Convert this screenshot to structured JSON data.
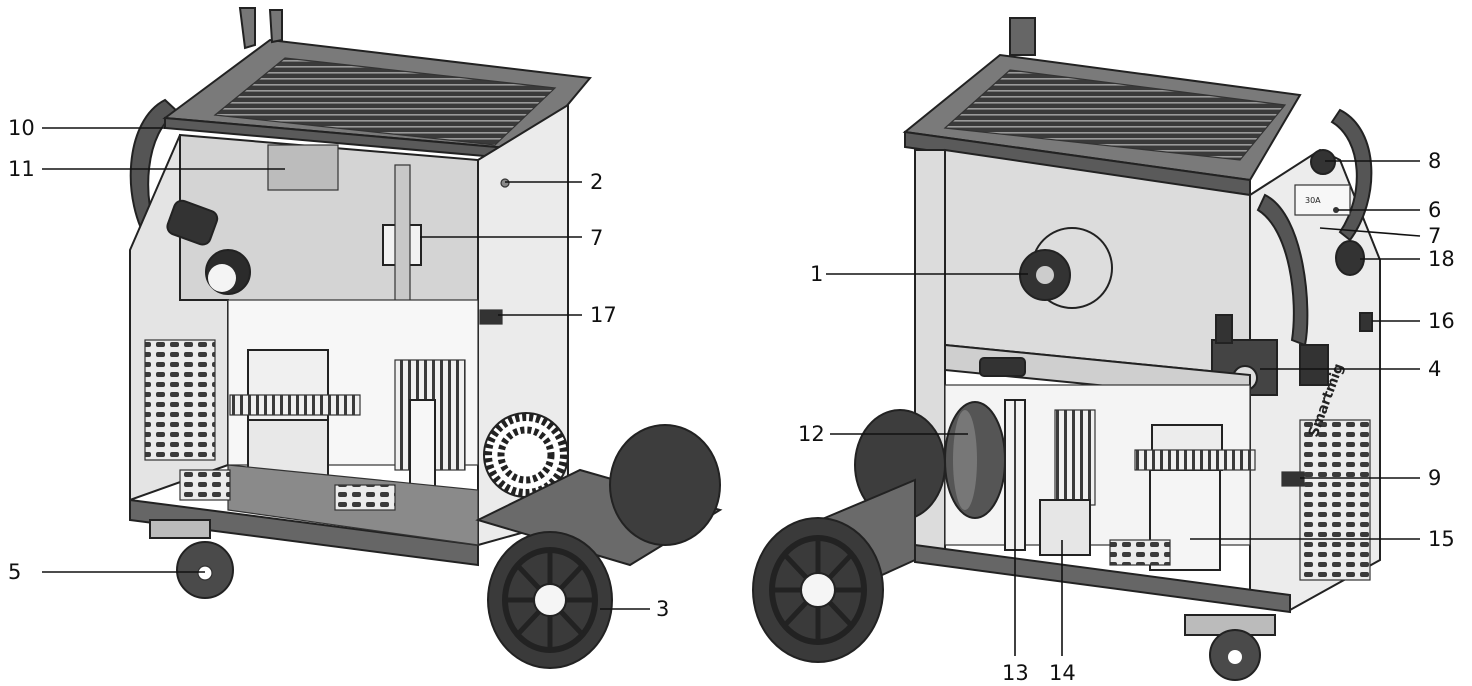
{
  "brand_text": "Smartmig",
  "label_text": "30A",
  "colors": {
    "frame": "#6e6e6e",
    "panel": "#e6e6e6",
    "panel_dark": "#cfcfcf",
    "wheel": "#3f3f3f",
    "vent": "#2a2a2a",
    "line": "#111111"
  },
  "callouts": {
    "c1": "1",
    "c2": "2",
    "c3": "3",
    "c4": "4",
    "c5": "5",
    "c6": "6",
    "c7a": "7",
    "c7b": "7",
    "c8": "8",
    "c9": "9",
    "c10": "10",
    "c11": "11",
    "c12": "12",
    "c13": "13",
    "c14": "14",
    "c15": "15",
    "c16": "16",
    "c17": "17",
    "c18": "18"
  }
}
